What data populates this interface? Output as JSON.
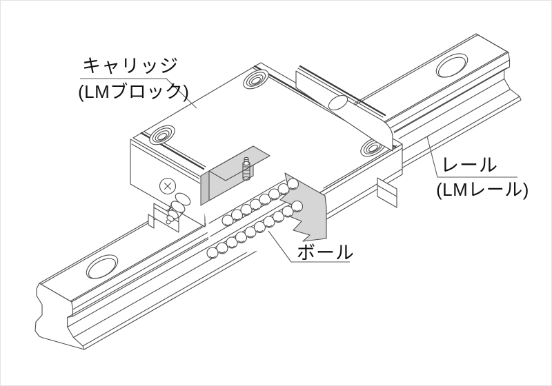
{
  "figure": {
    "labels": {
      "carriage": {
        "name": "キャリッジ",
        "sub": "(LMブロック)"
      },
      "rail": {
        "name": "レール",
        "sub": "(LMレール)"
      },
      "ball": {
        "name": "ボール"
      }
    },
    "colors": {
      "line": "#4a4a4a",
      "section_fill": "#d6d6d6",
      "background": "#ffffff",
      "page_border": "#e2e2e2",
      "text": "#111111"
    }
  }
}
